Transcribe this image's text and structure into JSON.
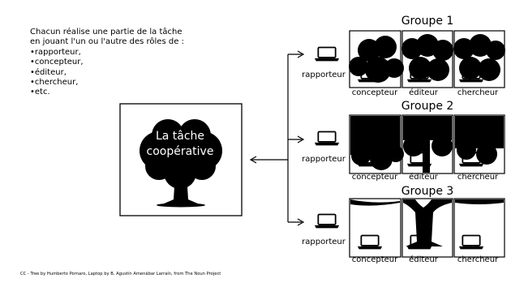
{
  "intro": {
    "line1": "Chacun réalise une partie de la tâche",
    "line2": "en jouant l'un ou l'autre des rôles de :",
    "roles": [
      "rapporteur,",
      "concepteur,",
      "éditeur,",
      "chercheur,",
      "etc."
    ]
  },
  "center": {
    "line1": "La tâche",
    "line2": "coopérative"
  },
  "groups": [
    {
      "title": "Groupe 1",
      "reporter": "rapporteur",
      "members": [
        "concepteur",
        "éditeur",
        "chercheur"
      ]
    },
    {
      "title": "Groupe 2",
      "reporter": "rapporteur",
      "members": [
        "concepteur",
        "éditeur",
        "chercheur"
      ]
    },
    {
      "title": "Groupe 3",
      "reporter": "rapporteur",
      "members": [
        "concepteur",
        "éditeur",
        "chercheur"
      ]
    }
  ],
  "credit": "CC - Tree by Humberto Pornaro, Laptop by B. Agustín Amenábar Larraín, from The Noun Project",
  "colors": {
    "ink": "#000000",
    "paper": "#ffffff"
  }
}
